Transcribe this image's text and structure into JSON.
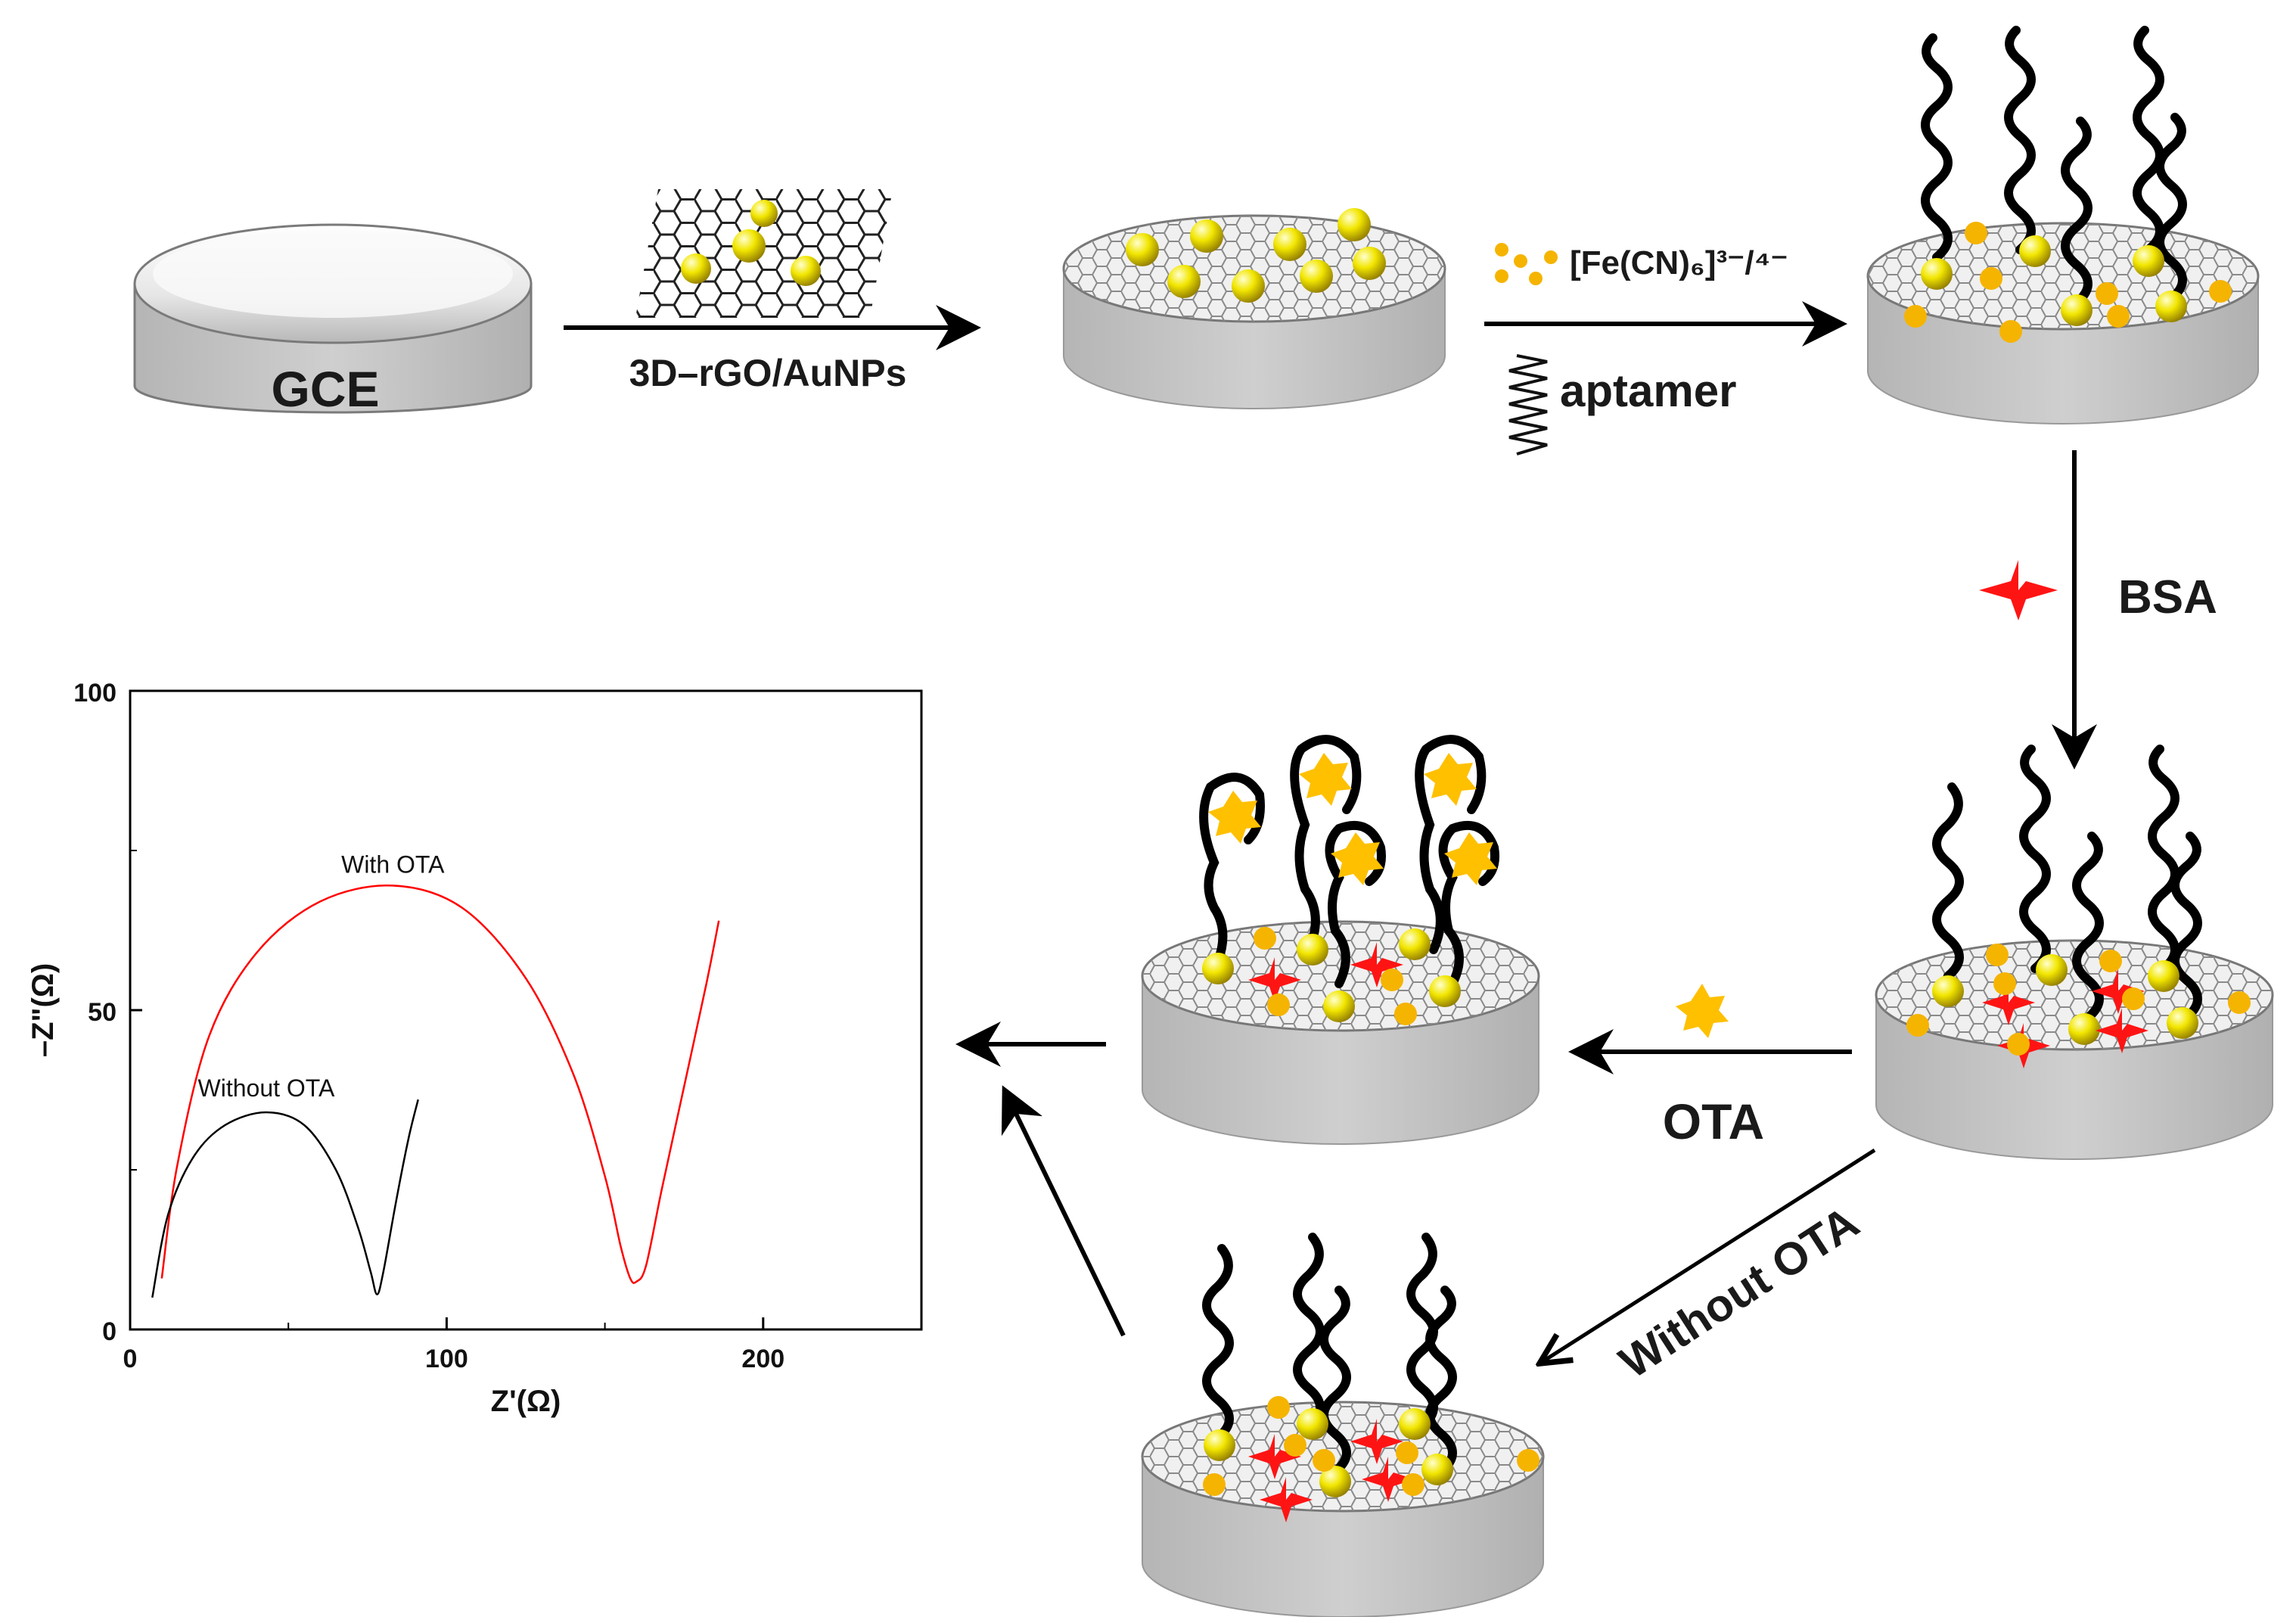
{
  "colors": {
    "electrode_side": "#c8c8c8",
    "electrode_top": "#ebebeb",
    "gold": "#f2e600",
    "ferricyanide": "#f5b400",
    "bsa": "#ff1414",
    "ota": "#ffc000",
    "with_ota": "#ff0000",
    "without_ota": "#000000"
  },
  "labels": {
    "gce": "GCE",
    "step1": "3D–rGO/AuNPs",
    "redox_probe": "[Fe(CN)₆]³⁻/⁴⁻",
    "aptamer": "aptamer",
    "bsa": "BSA",
    "ota": "OTA",
    "without_ota": "Without OTA"
  },
  "icons": [
    "graphene-sheet-icon",
    "gold-nanoparticle-icon",
    "redox-probe-dots-icon",
    "aptamer-coil-icon",
    "bsa-star-icon",
    "ota-molecule-icon",
    "arrow-icon"
  ],
  "chart_data": {
    "type": "line",
    "xlabel": "Z'(Ω)",
    "ylabel": "–Z\"(Ω)",
    "xlim": [
      0,
      250
    ],
    "ylim": [
      0,
      100
    ],
    "xticks": [
      "0",
      "100",
      "200"
    ],
    "yticks": [
      "0",
      "50",
      "100"
    ],
    "grid": false,
    "series": [
      {
        "name": "With OTA",
        "color": "#ff0000",
        "x": [
          10,
          15,
          25,
          40,
          60,
          83,
          105,
          125,
          140,
          150,
          155,
          158,
          160,
          163,
          168,
          175,
          182,
          186
        ],
        "y": [
          8,
          26,
          46,
          59,
          67,
          69.5,
          66,
          55,
          40,
          24,
          13,
          8,
          7.5,
          10,
          22,
          38,
          54,
          64
        ]
      },
      {
        "name": "Without OTA",
        "color": "#000000",
        "x": [
          7,
          12,
          20,
          30,
          43,
          55,
          65,
          72,
          76,
          78,
          80,
          84,
          88,
          91
        ],
        "y": [
          5,
          18,
          27,
          32,
          34,
          32,
          25,
          16,
          9,
          5.5,
          9,
          20,
          30,
          36
        ]
      }
    ]
  }
}
